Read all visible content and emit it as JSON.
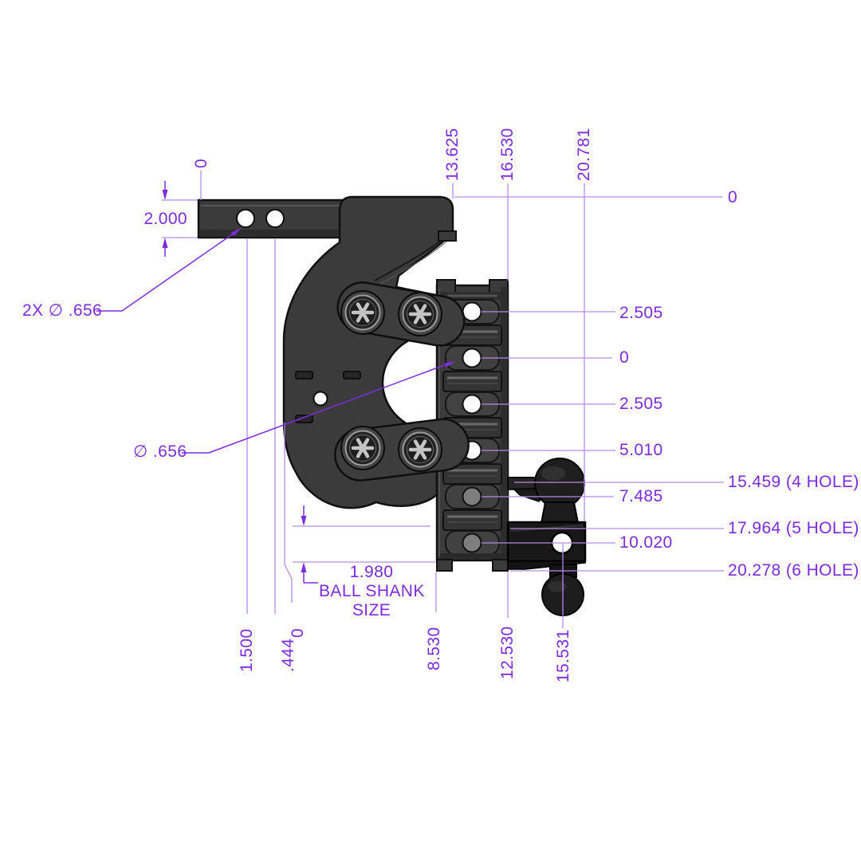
{
  "drawing_title": "drop-hitch-dimension-drawing",
  "colors": {
    "dimension_text": "#7c2bdf",
    "dimension_line": "#b48ce8",
    "leader_line": "#7d2ce0",
    "part_body": "#3b3b3b",
    "part_dark": "#1b1b1b"
  },
  "dims": {
    "top": [
      "13.625",
      "16.530",
      "20.781"
    ],
    "left_datum_zero": "0",
    "shank_height": "2.000",
    "shank_hole_callout": "2X ∅ .656",
    "channel_hole_callout": "∅ .656",
    "right_datum_zero": "0",
    "right_offsets": [
      "2.505",
      "0",
      "2.505",
      "5.010",
      "7.485",
      "10.020"
    ],
    "drop_positions": [
      "15.459 (4 HOLE)",
      "17.964 (5 HOLE)",
      "20.278 (6 HOLE)"
    ],
    "bottom": [
      "1.500",
      ".444",
      "0",
      "8.530",
      "12.530",
      "15.531"
    ],
    "ball_shank_size": {
      "value": "1.980",
      "caption_line1": "BALL SHANK",
      "caption_line2": "SIZE"
    }
  }
}
